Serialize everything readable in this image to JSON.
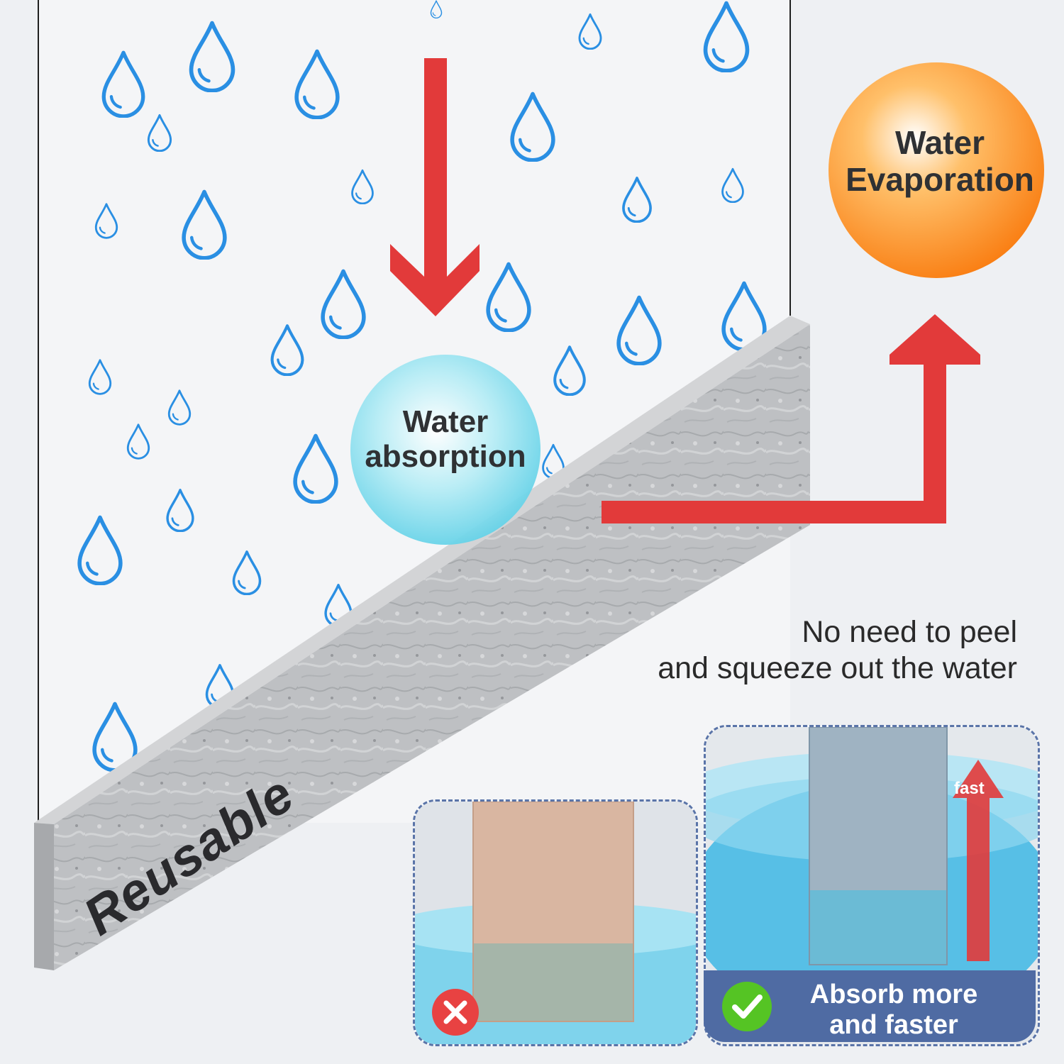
{
  "bubbles": {
    "evaporation": "Water\nEvaporation",
    "absorption": "Water\nabsorption"
  },
  "note": {
    "line1": "No need to peel",
    "line2": "and squeeze out the water"
  },
  "strip_label": "Reusable",
  "comparison": {
    "fast_label": "fast",
    "result_line1": "Absorb more",
    "result_line2": "and faster"
  },
  "colors": {
    "arrow_red": "#e23a3a",
    "droplet_blue": "#2a8fe3",
    "evaporation_orange": "#fb8b1e",
    "absorption_cyan": "#5cd2e8",
    "panel_blue": "#4f6ba3",
    "check_green": "#55c424",
    "cross_red": "#e84242"
  },
  "icons": [
    "water-drop-icon",
    "down-arrow-icon",
    "up-arrow-icon",
    "cross-icon",
    "check-icon"
  ]
}
